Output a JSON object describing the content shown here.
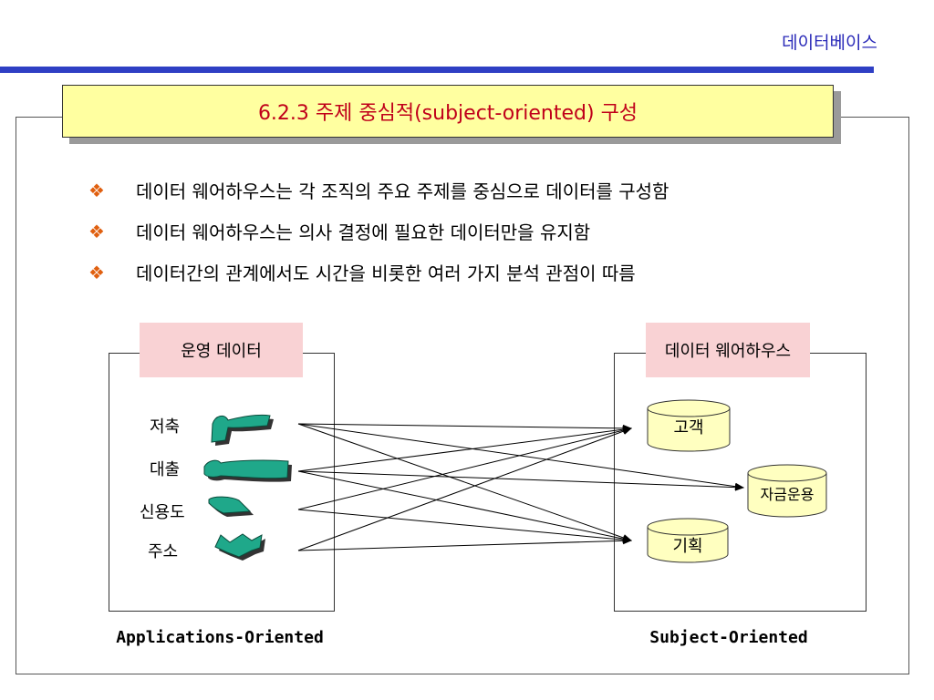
{
  "header": {
    "label": "데이터베이스"
  },
  "title": "6.2.3 주제 중심적(subject-oriented) 구성",
  "bullets": [
    "데이터 웨어하우스는 각 조직의 주요 주제를 중심으로 데이터를 구성함",
    "데이터 웨어하우스는 의사 결정에 필요한 데이터만을 유지함",
    "데이터간의 관계에서도 시간을 비롯한 여러 가지 분석 관점이 따름"
  ],
  "left_panel": {
    "label": "운영 데이터",
    "items": [
      "저축",
      "대출",
      "신용도",
      "주소"
    ],
    "caption": "Applications-Oriented"
  },
  "right_panel": {
    "label": "데이터 웨어하우스",
    "subjects": [
      "고객",
      "자금운용",
      "기획"
    ],
    "caption": "Subject-Oriented"
  },
  "colors": {
    "accent_bar": "#2f3fc4",
    "title_text": "#c0001a",
    "title_fill": "#ffffa0",
    "label_fill": "#f9d2d4",
    "shape_fill": "#1fa88a",
    "cylinder_fill": "#ffffc0",
    "bullet": "#e06010"
  },
  "icons": {
    "bullet": "diamond-cluster-icon"
  }
}
